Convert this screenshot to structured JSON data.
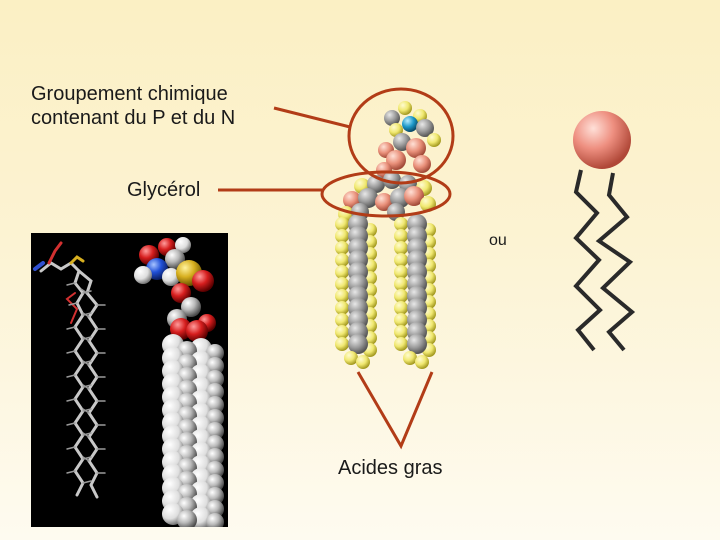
{
  "labels": {
    "head_group_line1": "Groupement chimique",
    "head_group_line2": "contenant du P et du N",
    "glycerol": "Glycérol",
    "fatty_acids": "Acides gras",
    "or": "ou"
  },
  "colors": {
    "annotation_line": "#b23c17",
    "carbon": "#8f8f8f",
    "hydrogen": "#f2ec76",
    "oxygen": "#e07d6a",
    "head_sphere": "#ee8f80",
    "background_top": "#fbf0c4"
  }
}
